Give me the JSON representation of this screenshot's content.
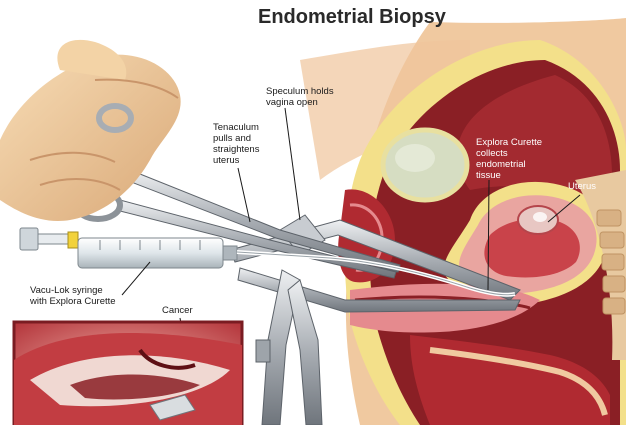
{
  "title": "Endometrial Biopsy",
  "labels": {
    "speculum": "Speculum holds\nvagina open",
    "tenaculum": "Tenaculum\npulls and\nstraightens\nuterus",
    "curette": "Explora Curette\ncollects\nendometrial\ntissue",
    "uterus": "Uterus",
    "syringe": "Vacu-Lok syringe\nwith Explora Curette",
    "cancer": "Cancer"
  },
  "colors": {
    "skin": "#f2d0a4",
    "tissue_red": "#8a1f25",
    "tissue_pink": "#e9a5a0",
    "fat_yellow": "#f3e08a",
    "bladder": "#d6ddc2",
    "bone": "#e8c9a0",
    "instrument": "#b9bcc1",
    "inset_border": "#7a1c22"
  }
}
